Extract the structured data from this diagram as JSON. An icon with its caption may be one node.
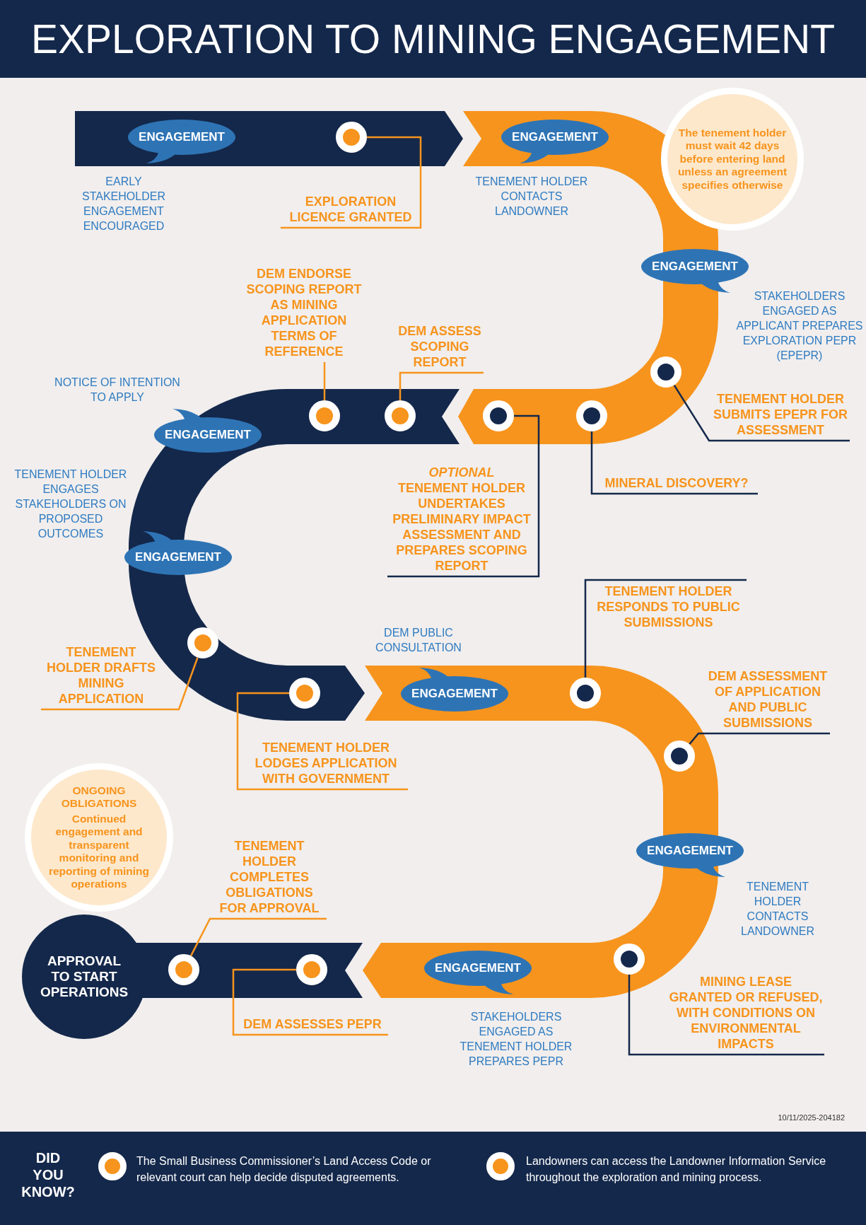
{
  "diagram": {
    "title": "EXPLORATION TO MINING ENGAGEMENT",
    "nodes": [
      {
        "text": [
          "ENGAGEMENT"
        ],
        "beside": [
          "EARLY STAKEHOLDER ENGAGEMENT ENCOURAGED"
        ]
      },
      {
        "text": [],
        "shape": "circle"
      },
      {
        "text": [
          "EXPLORATION LICENCE GRANTED"
        ]
      },
      {
        "text": [
          "ENGAGEMENT"
        ],
        "beside": [
          "TENEMENT HOLDER CONTACTS LANDOWNER"
        ]
      },
      {
        "text": [
          "The tenement holder must wait 42 days before entering land unless an agreement specifies otherwise"
        ]
      },
      {
        "text": [
          "ENGAGEMENT"
        ],
        "beside": [
          "STAKEHOLDERS ENGAGED AS APPLICANT PREPARES EXPLORATION PEPR (EPEPR)"
        ]
      },
      {
        "text": [],
        "shape": "circle"
      },
      {
        "text": [
          "TENEMENT HOLDER SUBMITS EPEPR FOR ASSESSMENT"
        ]
      },
      {
        "text": [],
        "shape": "circle"
      },
      {
        "text": [
          "MINERAL DISCOVERY?"
        ]
      },
      {
        "text": [],
        "shape": "circle"
      },
      {
        "text": [
          "OPTIONAL",
          "TENEMENT HOLDER UNDERTAKES PRELIMINARY IMPACT ASSESSMENT AND PREPARES SCOPING REPORT"
        ]
      },
      {
        "text": [],
        "shape": "circle"
      },
      {
        "text": [
          "DEM ASSESS SCOPING REPORT"
        ]
      },
      {
        "text": [],
        "shape": "circle"
      },
      {
        "text": [
          "DEM ENDORSE SCOPING REPORT AS MINING APPLICATION TERMS OF REFERENCE"
        ]
      },
      {
        "text": [
          "ENGAGEMENT"
        ],
        "beside": [
          "NOTICE OF INTENTION TO APPLY"
        ]
      },
      {
        "text": [
          "ENGAGEMENT"
        ],
        "beside": [
          "TENEMENT HOLDER ENGAGES STAKEHOLDERS ON PROPOSED OUTCOMES"
        ]
      },
      {
        "text": [],
        "shape": "circle"
      },
      {
        "text": [
          "TENEMENT HOLDER DRAFTS MINING APPLICATION"
        ]
      },
      {
        "text": [],
        "shape": "circle"
      },
      {
        "text": [
          "TENEMENT HOLDER LODGES APPLICATION WITH GOVERNMENT"
        ]
      },
      {
        "text": [
          "ENGAGEMENT"
        ],
        "beside": [
          "DEM PUBLIC CONSULTATION"
        ]
      },
      {
        "text": [],
        "shape": "circle"
      },
      {
        "text": [
          "TENEMENT HOLDER RESPONDS TO PUBLIC SUBMISSIONS"
        ]
      },
      {
        "text": [],
        "shape": "circle"
      },
      {
        "text": [
          "DEM ASSESSMENT OF APPLICATION AND PUBLIC SUBMISSIONS"
        ]
      },
      {
        "text": [
          "ENGAGEMENT"
        ],
        "beside": [
          "TENEMENT HOLDER CONTACTS LANDOWNER"
        ]
      },
      {
        "text": [],
        "shape": "circle"
      },
      {
        "text": [
          "MINING LEASE GRANTED OR REFUSED, WITH CONDITIONS ON ENVIRONMENTAL IMPACTS"
        ]
      },
      {
        "text": [
          "ENGAGEMENT"
        ],
        "beside": [
          "STAKEHOLDERS ENGAGED AS TENEMENT HOLDER PREPARES PEPR"
        ]
      },
      {
        "text": [],
        "shape": "circle"
      },
      {
        "text": [
          "DEM ASSESSES PEPR"
        ]
      },
      {
        "text": [],
        "shape": "circle"
      },
      {
        "text": [
          "TENEMENT HOLDER COMPLETES OBLIGATIONS FOR APPROVAL"
        ]
      },
      {
        "text": [
          "APPROVAL TO START OPERATIONS"
        ]
      },
      {
        "text": [
          "ONGOING OBLIGATIONS",
          "Continued engagement and transparent monitoring and reporting of mining operations"
        ]
      }
    ],
    "edges": [
      {
        "from": 2,
        "to": 1,
        "arrow": "none"
      },
      {
        "from": 7,
        "to": 6,
        "arrow": "none",
        "color": "#14284b"
      },
      {
        "from": 9,
        "to": 8,
        "arrow": "none",
        "color": "#14284b"
      },
      {
        "from": 11,
        "to": 10,
        "arrow": "none",
        "color": "#14284b"
      },
      {
        "from": 13,
        "to": 12,
        "arrow": "none"
      },
      {
        "from": 15,
        "to": 14,
        "arrow": "none"
      },
      {
        "from": 19,
        "to": 18,
        "arrow": "none"
      },
      {
        "from": 21,
        "to": 20,
        "arrow": "none"
      },
      {
        "from": 24,
        "to": 23,
        "arrow": "none",
        "color": "#14284b"
      },
      {
        "from": 26,
        "to": 25,
        "arrow": "none",
        "color": "#14284b"
      },
      {
        "from": 29,
        "to": 28,
        "arrow": "none",
        "color": "#14284b"
      },
      {
        "from": 32,
        "to": 31,
        "arrow": "none"
      },
      {
        "from": 34,
        "to": 33,
        "arrow": "none"
      }
    ],
    "labels": [
      "10/11/2025-204182",
      "DID YOU KNOW?",
      "The Small Business Commissioner’s Land Access Code or relevant court can help decide disputed agreements.",
      "Landowners can access the Landowner Information Service throughout the exploration and mining process."
    ]
  }
}
